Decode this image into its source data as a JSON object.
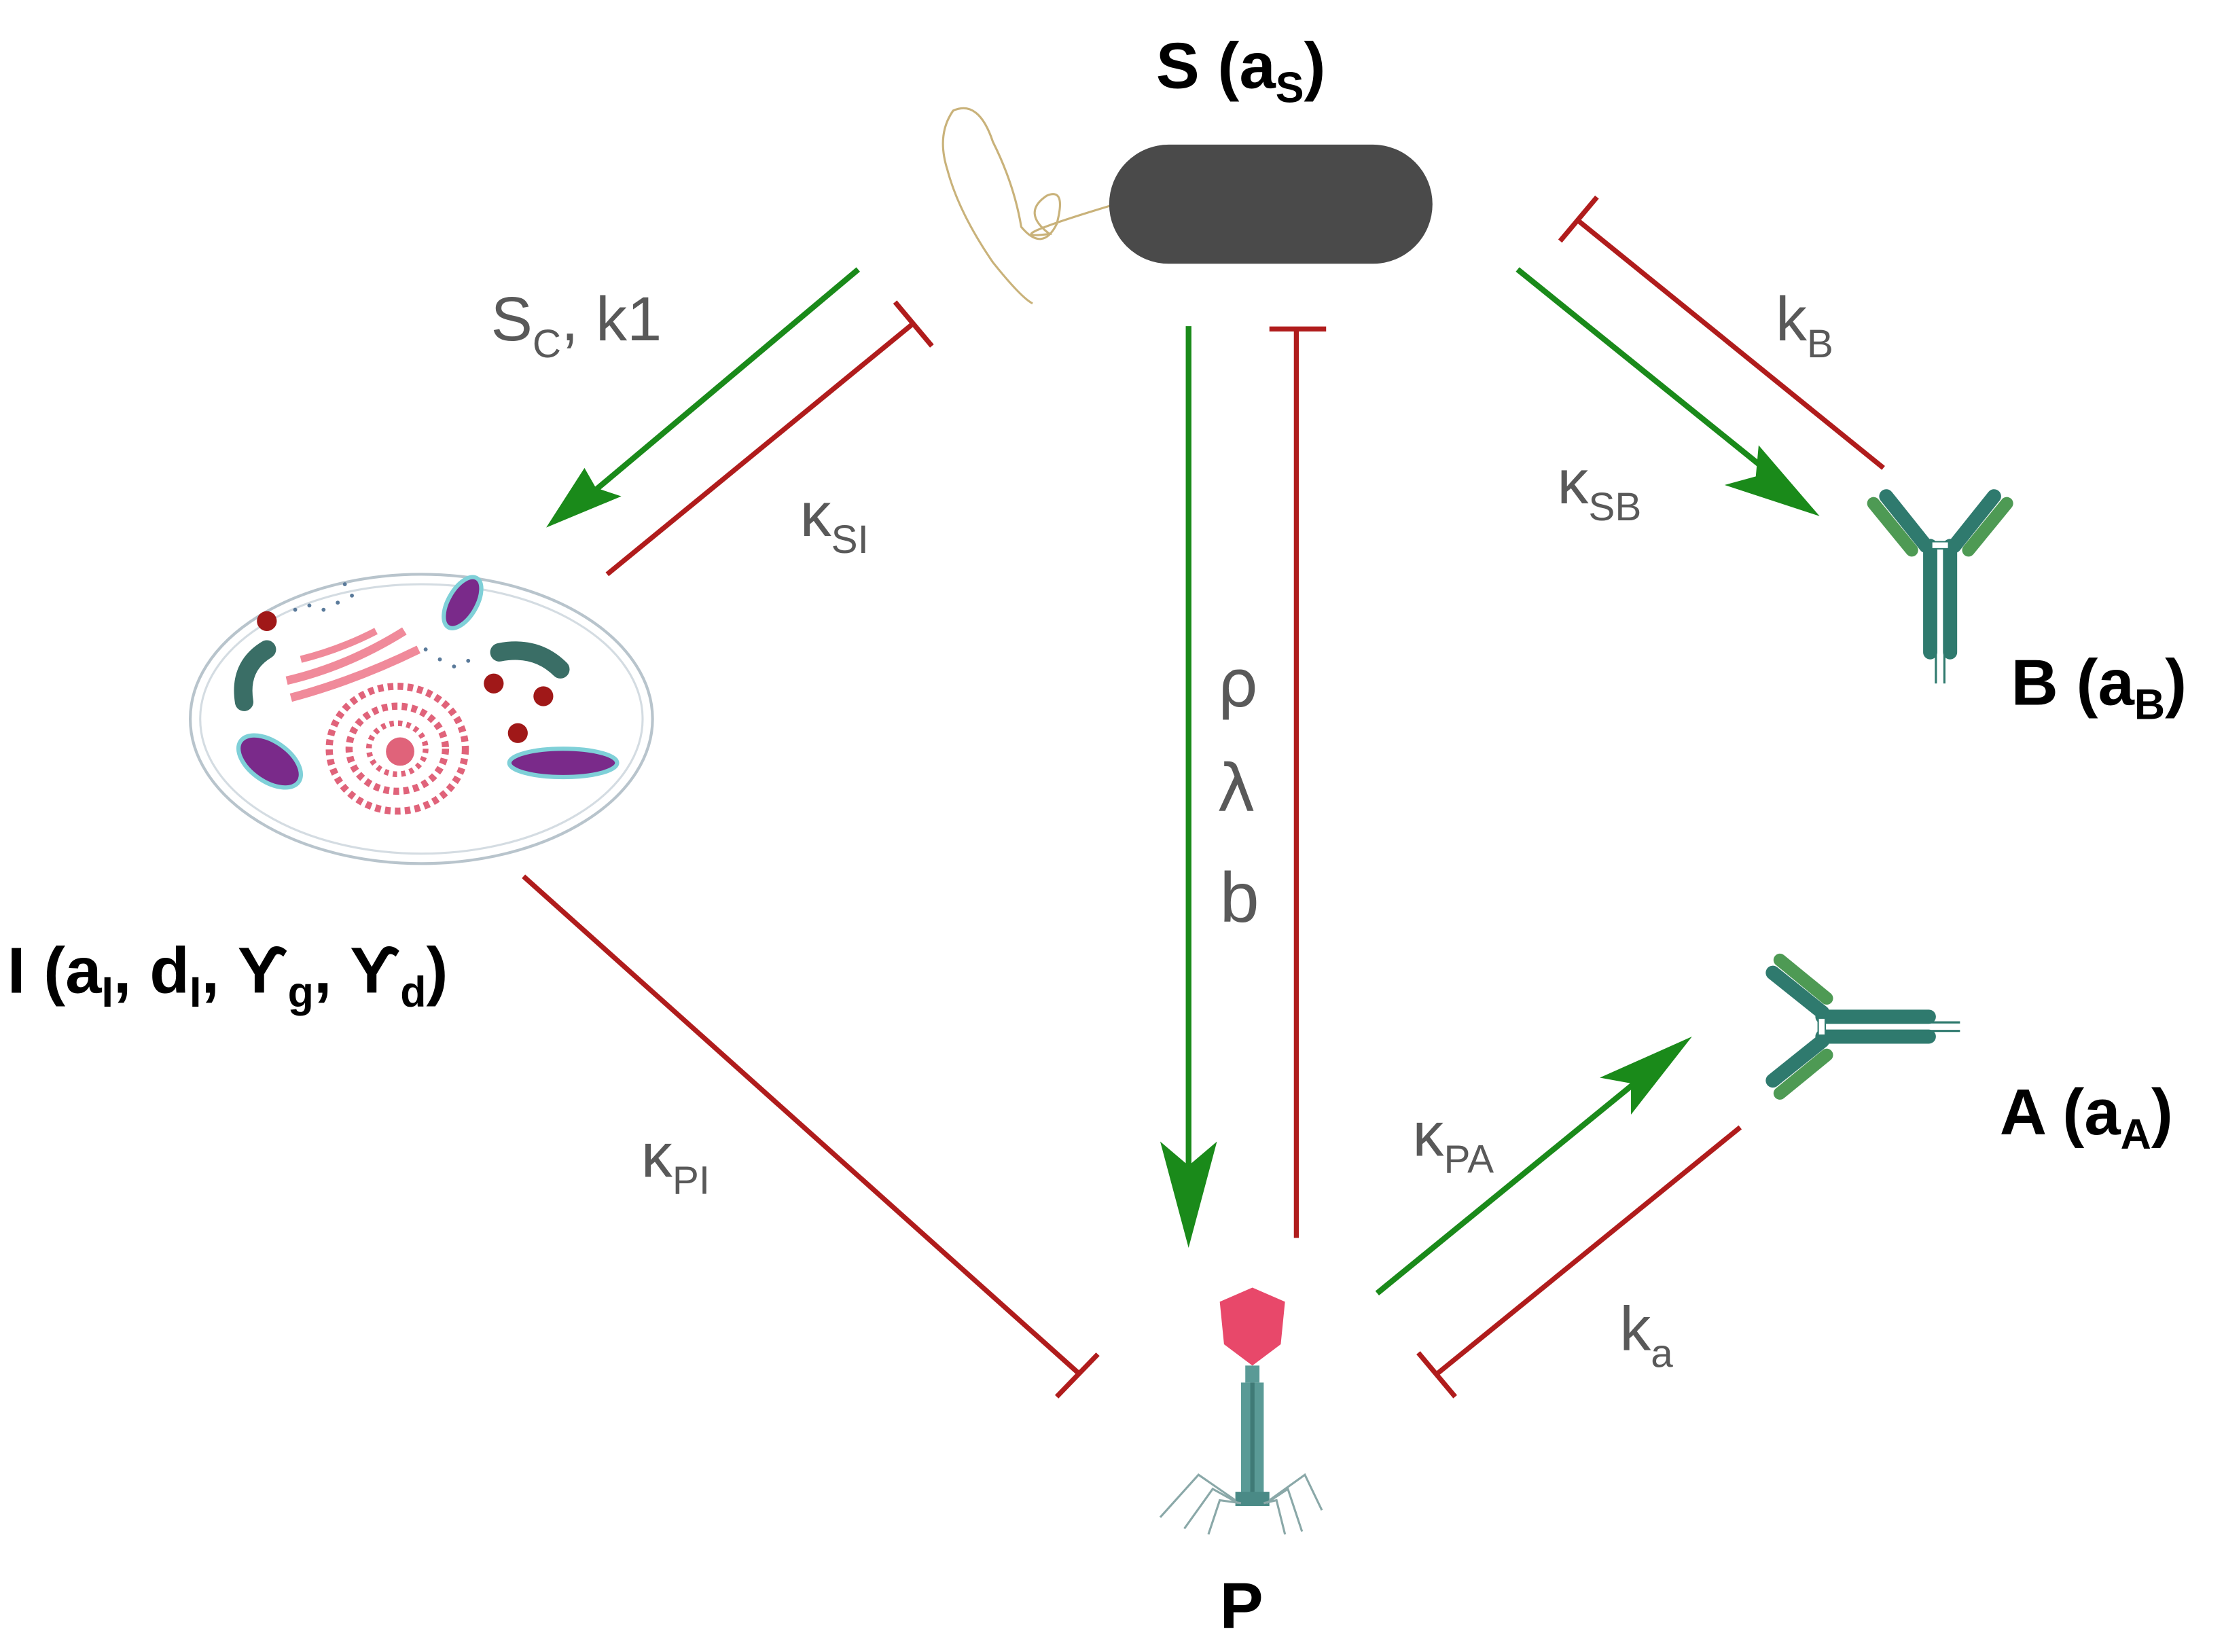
{
  "colors": {
    "activation": "#1a8a1a",
    "inhibition": "#b01c1c",
    "label": "#595959",
    "node_label": "#000000",
    "bacterium": "#4a4a4a",
    "antibody": "#2f7a6e",
    "phage_head": "#e8486a",
    "phage_tail": "#5a9a96"
  },
  "icons": {
    "bacterium": "bacterium-icon",
    "host_cell": "host-cell-icon",
    "antibody_b": "antibody-icon",
    "antibody_a": "antibody-icon",
    "phage": "phage-icon"
  },
  "nodes": {
    "S": {
      "main": "S (a",
      "sub": "S",
      "close": ")"
    },
    "I": {
      "p1": "I (a",
      "s1": "I",
      "p2": ", d",
      "s2": "I",
      "p3": ", ϒ",
      "s3": "g",
      "p4": ", ϒ",
      "s4": "d",
      "p5": ")"
    },
    "B": {
      "main": "B (a",
      "sub": "B",
      "close": ")"
    },
    "A": {
      "main": "A (a",
      "sub": "A",
      "close": ")"
    },
    "P": {
      "main": "P"
    }
  },
  "edge_labels": {
    "sc_k1": {
      "pre": "S",
      "sub": "C",
      "post": ", k1"
    },
    "kappa_si": {
      "main": "κ",
      "sub": "SI"
    },
    "k_b": {
      "main": "k",
      "sub": "B"
    },
    "kappa_sb": {
      "main": "κ",
      "sub": "SB"
    },
    "rho": "ρ",
    "lambda": "λ",
    "b": "b",
    "kappa_pi": {
      "main": "κ",
      "sub": "PI"
    },
    "kappa_pa": {
      "main": "κ",
      "sub": "PA"
    },
    "k_a": {
      "main": "k",
      "sub": "a"
    }
  }
}
